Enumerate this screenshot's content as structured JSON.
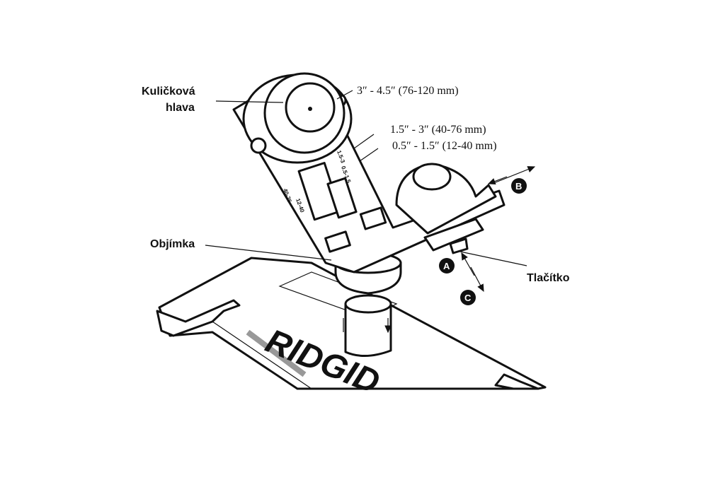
{
  "labels": {
    "ball_head": [
      "Kuličková",
      "hlava"
    ],
    "sleeve": "Objímka",
    "button": "Tlačítko"
  },
  "dimensions": {
    "large": "3″ - 4.5″ (76-120 mm)",
    "medium": "1.5″ - 3″ (40-76 mm)",
    "small": "0.5″ - 1.5″ (12-40 mm)"
  },
  "scale_marks": {
    "left_top": "40-76",
    "left_bottom": "12-40",
    "right_top": "1.5-3",
    "right_bottom": "0.5-1.5"
  },
  "callouts": [
    "A",
    "B",
    "C"
  ],
  "brand": "RIDGID",
  "icons": [
    "ball-head-icon",
    "ball-joint-icon",
    "arrow-icon"
  ]
}
